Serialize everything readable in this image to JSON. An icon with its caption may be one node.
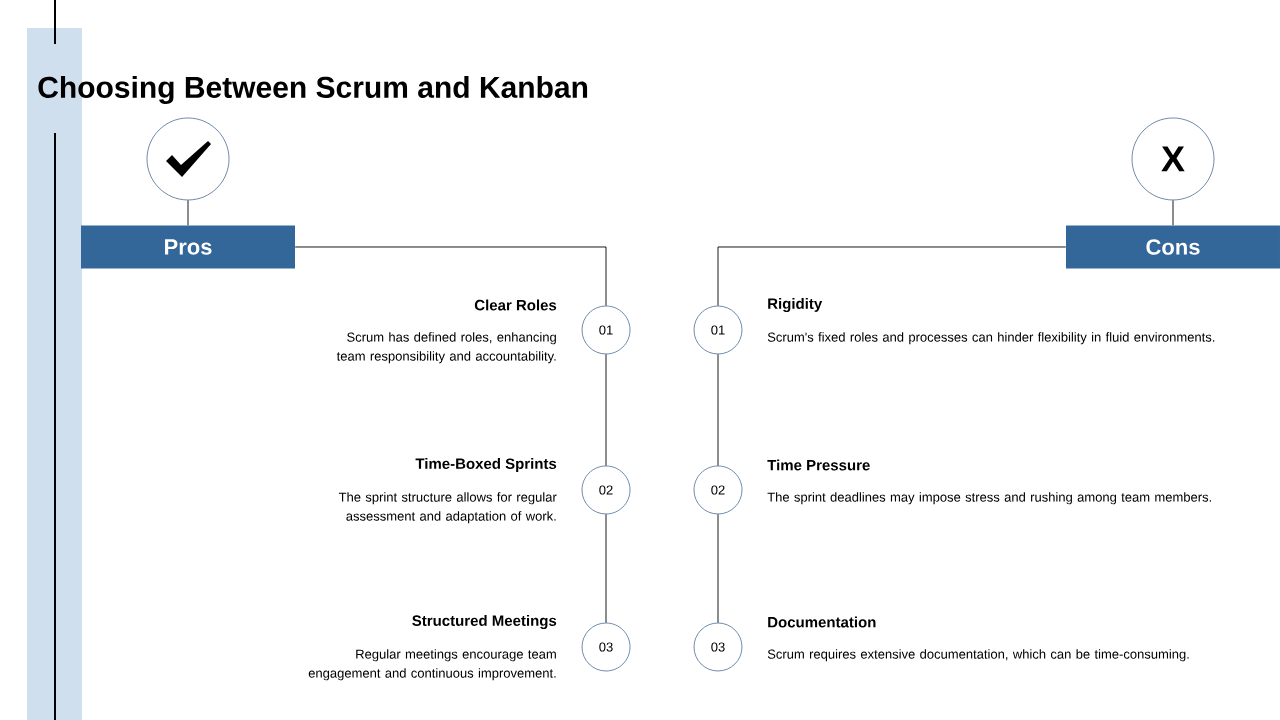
{
  "diagram": {
    "title": "Choosing Between Scrum and Kanban",
    "nodes": [
      {
        "text": [],
        "shape": "circle"
      },
      {
        "text": [
          "X"
        ]
      },
      {
        "text": [
          "Pros"
        ]
      },
      {
        "text": [
          "Cons"
        ]
      },
      {
        "text": [
          "01"
        ],
        "beside": [
          "Clear Roles",
          "Scrum has defined roles, enhancing team responsibility and accountability."
        ]
      },
      {
        "text": [
          "01"
        ],
        "beside": [
          "Rigidity",
          "Scrum's fixed roles and processes can hinder flexibility in fluid environments."
        ]
      },
      {
        "text": [
          "02"
        ],
        "beside": [
          "Time-Boxed Sprints",
          "The sprint structure allows for regular assessment and adaptation of work."
        ]
      },
      {
        "text": [
          "02"
        ],
        "beside": [
          "Time Pressure",
          "The sprint deadlines may impose stress and rushing among team members."
        ]
      },
      {
        "text": [
          "03"
        ],
        "beside": [
          "Structured Meetings",
          "Regular meetings encourage team engagement and continuous improvement."
        ]
      },
      {
        "text": [
          "03"
        ],
        "beside": [
          "Documentation",
          "Scrum requires extensive documentation, which can be time-consuming."
        ]
      }
    ],
    "edges": [
      {
        "from": 0,
        "to": 2,
        "arrow": "none"
      },
      {
        "from": 1,
        "to": 3,
        "arrow": "none"
      },
      {
        "from": 2,
        "to": 4,
        "arrow": "none"
      },
      {
        "from": 4,
        "to": 6,
        "arrow": "none"
      },
      {
        "from": 6,
        "to": 8,
        "arrow": "none"
      },
      {
        "from": 3,
        "to": 5,
        "arrow": "none"
      },
      {
        "from": 5,
        "to": 7,
        "arrow": "none"
      },
      {
        "from": 7,
        "to": 9,
        "arrow": "none"
      }
    ]
  }
}
